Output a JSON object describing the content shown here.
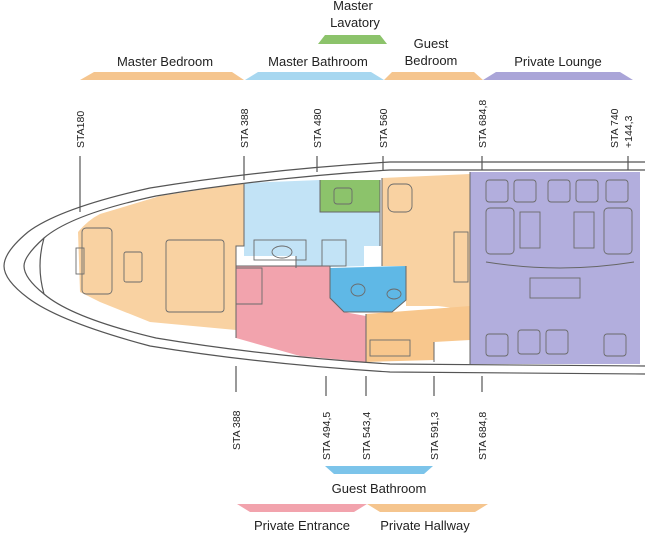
{
  "zones_top": [
    {
      "id": "master-lavatory",
      "label_lines": [
        "Master",
        "Lavatory"
      ],
      "color": "#8cc36b"
    },
    {
      "id": "master-bedroom",
      "label_lines": [
        "Master Bedroom"
      ],
      "color": "#f5c58e"
    },
    {
      "id": "master-bathroom",
      "label_lines": [
        "Master Bathroom"
      ],
      "color": "#a7d7f0"
    },
    {
      "id": "guest-bedroom",
      "label_lines": [
        "Guest",
        "Bedroom"
      ],
      "color": "#f5c58e"
    },
    {
      "id": "private-lounge",
      "label_lines": [
        "Private Lounge"
      ],
      "color": "#aaa5d8"
    }
  ],
  "zones_bottom": [
    {
      "id": "guest-bathroom",
      "label_lines": [
        "Guest Bathroom"
      ],
      "color": "#7cc4ea"
    },
    {
      "id": "private-entrance",
      "label_lines": [
        "Private Entrance"
      ],
      "color": "#f2a3ad"
    },
    {
      "id": "private-hallway",
      "label_lines": [
        "Private Hallway"
      ],
      "color": "#f5c58e"
    }
  ],
  "stations_top": [
    {
      "lines": [
        "STA180"
      ]
    },
    {
      "lines": [
        "STA 388"
      ]
    },
    {
      "lines": [
        "STA 480"
      ]
    },
    {
      "lines": [
        "STA 560"
      ]
    },
    {
      "lines": [
        "STA 684,8"
      ]
    },
    {
      "lines": [
        "STA 740",
        "+144,3"
      ]
    }
  ],
  "stations_bottom": [
    {
      "lines": [
        "STA 388"
      ]
    },
    {
      "lines": [
        "STA 494,5"
      ]
    },
    {
      "lines": [
        "STA 543,4"
      ]
    },
    {
      "lines": [
        "STA 591,3"
      ]
    },
    {
      "lines": [
        "STA 684,8"
      ]
    }
  ],
  "room_colors": {
    "bedroom": "#f9d2a2",
    "bathroom": "#c2e3f6",
    "lavatory": "#8cc36b",
    "bath_blue": "#5fb8e6",
    "entrance": "#f2a3ad",
    "hallway": "#f8c78d",
    "lounge": "#b2aedd"
  }
}
